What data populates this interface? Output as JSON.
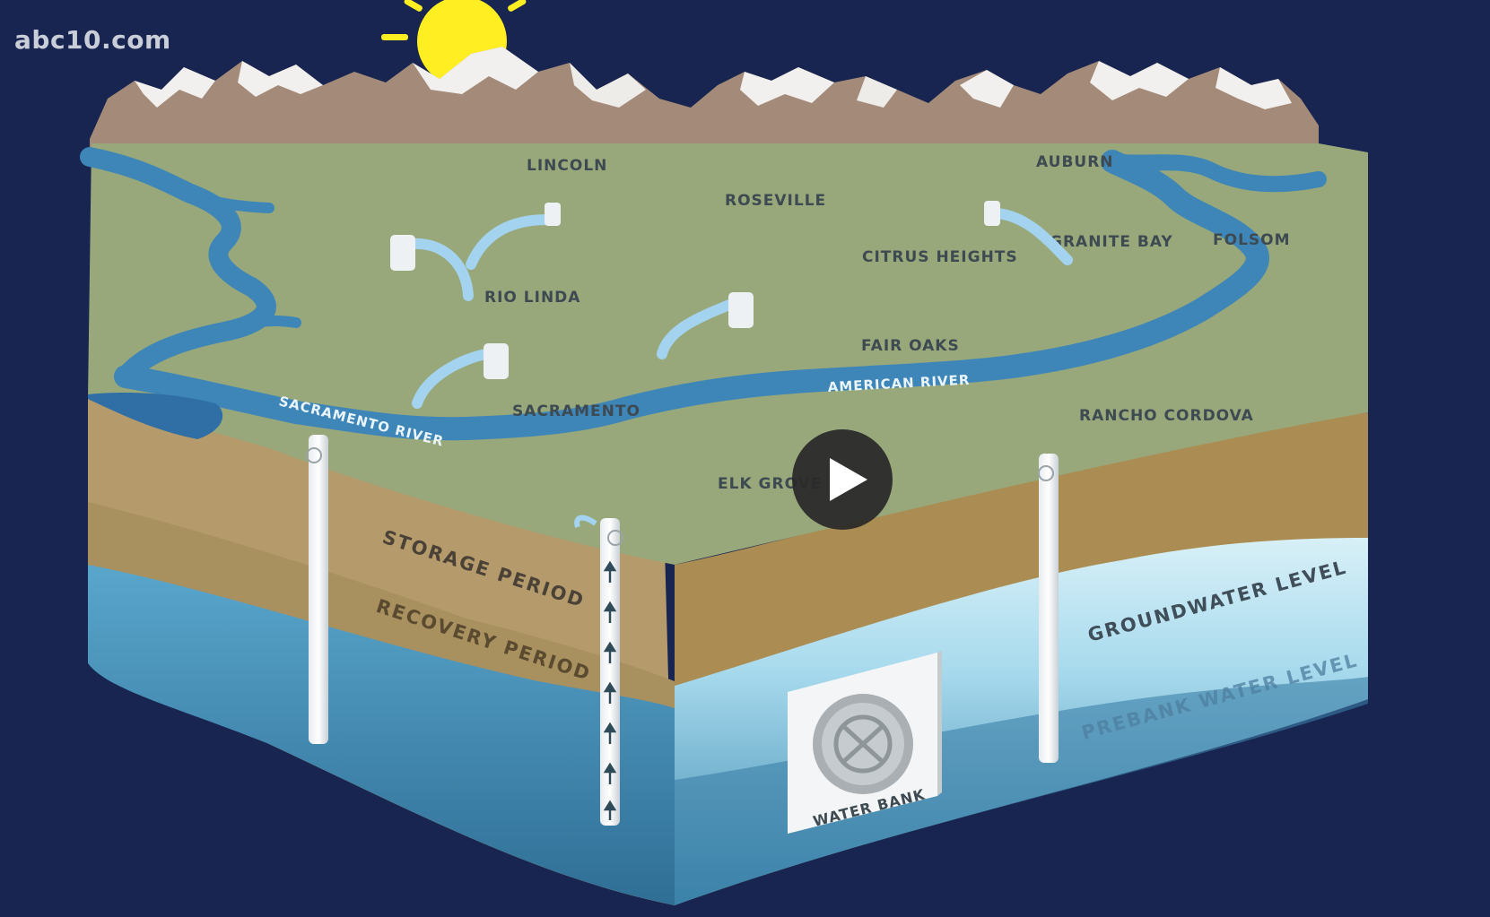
{
  "watermark": "abc10.com",
  "towns": {
    "lincoln": "LINCOLN",
    "roseville": "ROSEVILLE",
    "auburn": "AUBURN",
    "granite_bay": "GRANITE BAY",
    "folsom": "FOLSOM",
    "citrus_heights": "CITRUS HEIGHTS",
    "rio_linda": "RIO LINDA",
    "fair_oaks": "FAIR OAKS",
    "sacramento": "SACRAMENTO",
    "rancho_cordova": "RANCHO CORDOVA",
    "elk_grove": "ELK GROVE"
  },
  "rivers": {
    "american": "AMERICAN RIVER",
    "sacramento": "SACRAMENTO RIVER"
  },
  "layers": {
    "storage": "STORAGE PERIOD",
    "recovery": "RECOVERY PERIOD",
    "groundwater": "GROUNDWATER LEVEL",
    "prebank": "PREBANK WATER LEVEL"
  },
  "water_bank_label": "WATER BANK",
  "icons": {
    "play": "play-icon",
    "sun": "sun-icon",
    "well": "well-pipe-icon",
    "tank": "water-tank-icon"
  },
  "colors": {
    "background": "#172550",
    "ground": "#98a87a",
    "soil": "#b59a6c",
    "water": "#3f86b8",
    "groundwater": "#c7e7f2"
  }
}
